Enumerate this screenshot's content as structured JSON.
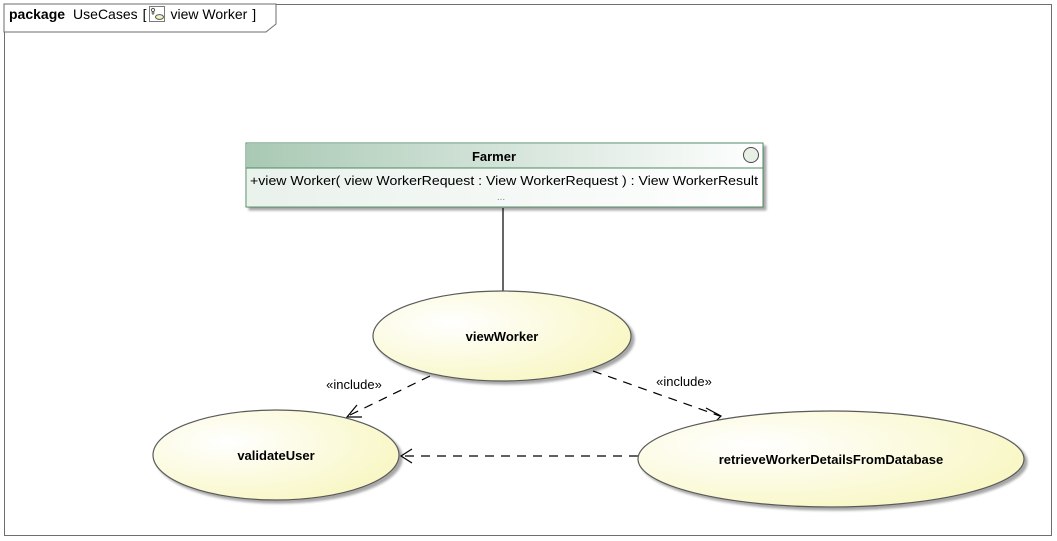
{
  "frame": {
    "keyword": "package",
    "package_name": "UseCases",
    "open_bracket": "[",
    "diagram_name": "view Worker",
    "close_bracket": "]",
    "diagram_icon": "use-case-diagram-icon"
  },
  "actor_class": {
    "name": "Farmer",
    "operation": "+view Worker( view WorkerRequest : View WorkerRequest ) : View WorkerResult",
    "more": "...",
    "header_color": "#a9c9b4",
    "border_color": "#4f8a63",
    "icon": "circle-icon"
  },
  "use_cases": {
    "view_worker": "viewWorker",
    "validate_user": "validateUser",
    "retrieve": "retrieveWorkerDetailsFromDatabase",
    "fill_color": "#fbfad0",
    "border_color": "#5a5a5a"
  },
  "relations": {
    "include_left": "«include»",
    "include_right": "«include»"
  }
}
